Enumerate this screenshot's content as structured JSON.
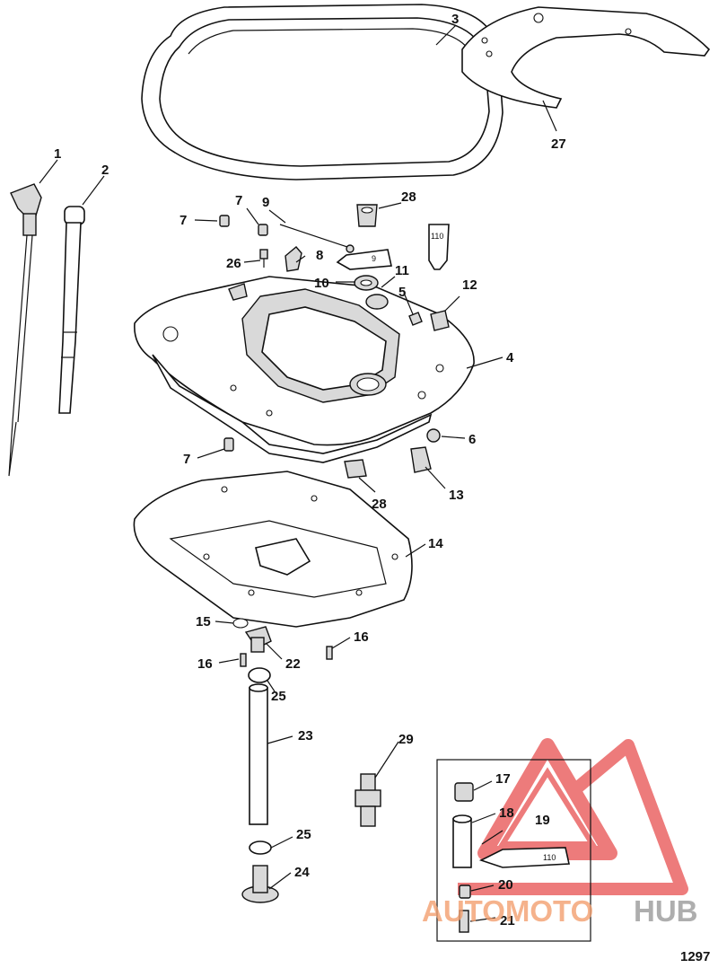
{
  "figure_number": "1297",
  "watermark": {
    "part1": "AUTOMOTO",
    "part2": "HUB",
    "color1": "#f3a070",
    "color2": "#9a9a9a",
    "triangle_color": "#e85050"
  },
  "tubes": {
    "small": "9",
    "large_a": "110",
    "large_b": "110"
  },
  "callouts": [
    "1",
    "2",
    "3",
    "27",
    "28",
    "7",
    "9",
    "7",
    "26",
    "8",
    "10",
    "11",
    "5",
    "12",
    "4",
    "7",
    "6",
    "13",
    "28",
    "14",
    "15",
    "16",
    "22",
    "16",
    "25",
    "23",
    "29",
    "25",
    "24",
    "17",
    "18",
    "19",
    "20",
    "21"
  ]
}
